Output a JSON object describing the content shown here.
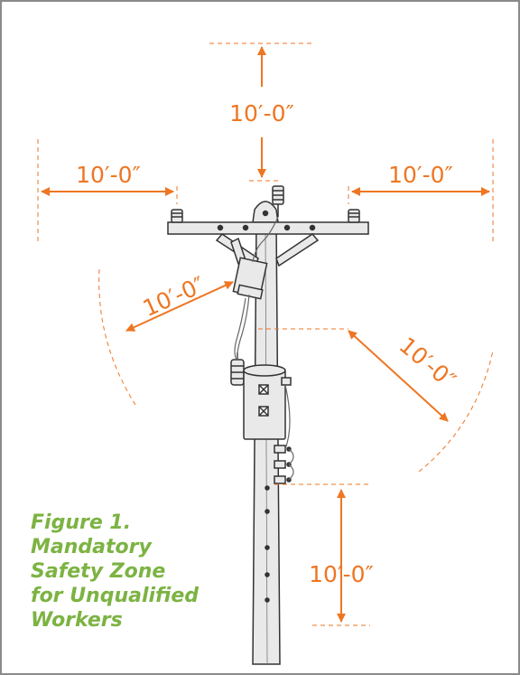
{
  "figure": {
    "caption_lines": [
      "Figure 1.",
      "Mandatory",
      "Safety Zone",
      "for Unqualified",
      "Workers"
    ]
  },
  "dimensions": {
    "top": "10′-0″",
    "left": "10′-0″",
    "right": "10′-0″",
    "left_diagonal": "10′-0″",
    "right_diagonal": "10′-0″",
    "bottom": "10′-0″"
  },
  "colors": {
    "dimension_orange": "#ee7623",
    "caption_green": "#7cb342",
    "pole_gray": "#e9e9e9",
    "outline": "#333333",
    "frame": "#8a8a8a"
  }
}
